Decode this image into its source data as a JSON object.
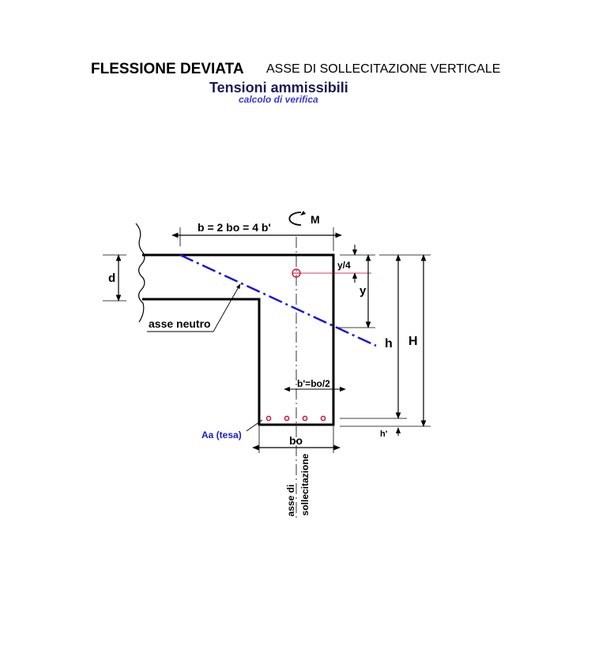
{
  "header": {
    "title": "FLESSIONE DEVIATA",
    "title_side": "ASSE DI SOLLECITAZIONE VERTICALE",
    "subtitle": "Tensioni ammissibili",
    "subtitle2": "calcolo di verifica"
  },
  "diagram": {
    "moment_label": "M",
    "width_formula": "b = 2 bo = 4 b'",
    "flange_thickness": "d",
    "neutral_axis_label": "asse neutro",
    "y_quarter": "y/4",
    "y_label": "y",
    "h_label": "h",
    "H_label": "H",
    "b_prime_formula": "b'=bo/2",
    "h_prime": "h'",
    "steel_label": "Aa (tesa)",
    "bo_label": "bo",
    "axis_label_1": "asse di",
    "axis_label_2": "sollecitazione",
    "colors": {
      "neutral_axis": "#1a1ad0",
      "steel_bars": "#d0103a",
      "steel_label": "#1a1ad0",
      "outline": "#000000"
    }
  }
}
